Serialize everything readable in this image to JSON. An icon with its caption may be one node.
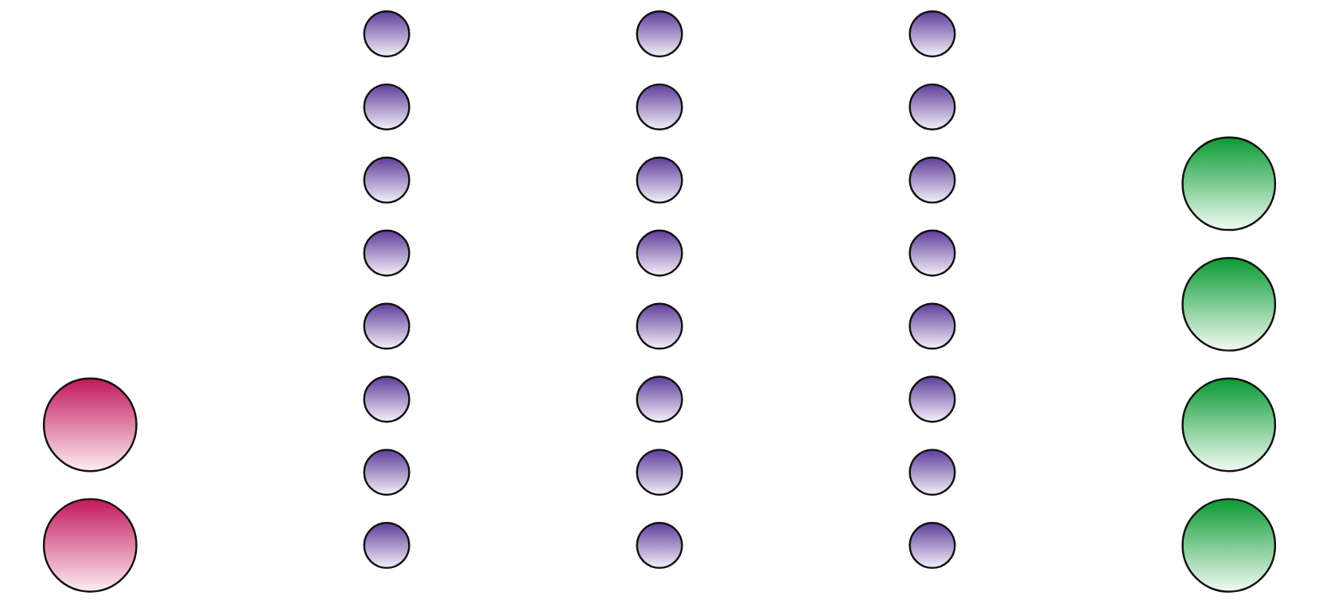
{
  "diagram": {
    "nodes": [
      {
        "text": [],
        "shape": "circle"
      },
      {
        "text": [],
        "shape": "circle"
      },
      {
        "text": [],
        "shape": "circle"
      },
      {
        "text": [],
        "shape": "circle"
      },
      {
        "text": [],
        "shape": "circle"
      },
      {
        "text": [],
        "shape": "circle"
      },
      {
        "text": [],
        "shape": "circle"
      },
      {
        "text": [],
        "shape": "circle"
      },
      {
        "text": [],
        "shape": "circle"
      },
      {
        "text": [],
        "shape": "circle"
      },
      {
        "text": [],
        "shape": "circle"
      },
      {
        "text": [],
        "shape": "circle"
      },
      {
        "text": [],
        "shape": "circle"
      },
      {
        "text": [],
        "shape": "circle"
      },
      {
        "text": [],
        "shape": "circle"
      },
      {
        "text": [],
        "shape": "circle"
      },
      {
        "text": [],
        "shape": "circle"
      },
      {
        "text": [],
        "shape": "circle"
      },
      {
        "text": [],
        "shape": "circle"
      },
      {
        "text": [],
        "shape": "circle"
      },
      {
        "text": [],
        "shape": "circle"
      },
      {
        "text": [],
        "shape": "circle"
      },
      {
        "text": [],
        "shape": "circle"
      },
      {
        "text": [],
        "shape": "circle"
      },
      {
        "text": [],
        "shape": "circle"
      },
      {
        "text": [],
        "shape": "circle"
      },
      {
        "text": [],
        "shape": "circle"
      },
      {
        "text": [],
        "shape": "circle"
      },
      {
        "text": [],
        "shape": "circle"
      },
      {
        "text": [],
        "shape": "circle"
      }
    ]
  }
}
